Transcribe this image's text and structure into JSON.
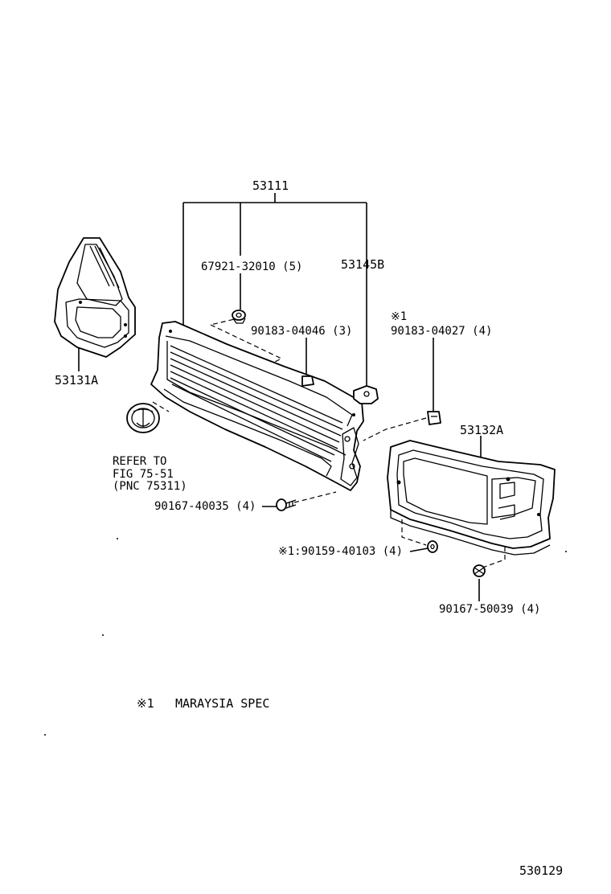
{
  "labels": {
    "p53111": "53111",
    "p67921": "67921-32010 (5)",
    "p53145b": "53145B",
    "mark1_top": "※1",
    "p90183_04046": "90183-04046 (3)",
    "p90183_04027": "90183-04027 (4)",
    "p53131a": "53131A",
    "p53132a": "53132A",
    "refer_line1": "REFER TO",
    "refer_line2": "FIG 75-51",
    "refer_line3": "(PNC 75311)",
    "p90167_40035": "90167-40035 (4)",
    "p90159_40103": "※1:90159-40103 (4)",
    "p90167_50039": "90167-50039 (4)",
    "footnote_mark": "※1",
    "footnote_text": "MARAYSIA SPEC",
    "diagram_number": "530129"
  }
}
